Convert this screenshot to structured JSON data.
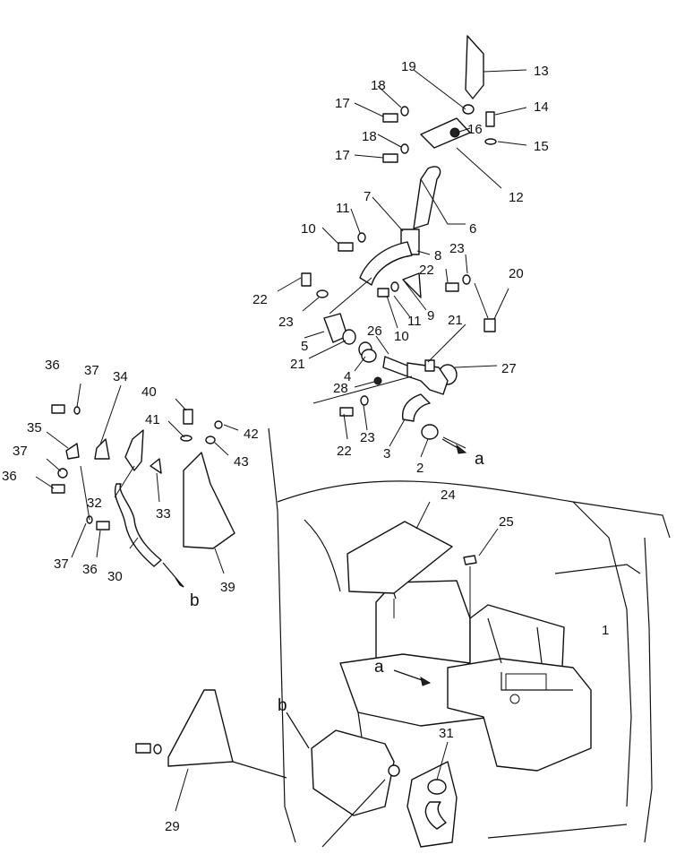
{
  "callouts": [
    "1",
    "2",
    "3",
    "4",
    "5",
    "6",
    "7",
    "8",
    "9",
    "10",
    "11",
    "12",
    "13",
    "14",
    "15",
    "16",
    "17",
    "18",
    "19",
    "20",
    "21",
    "22",
    "23",
    "24",
    "25",
    "26",
    "27",
    "28",
    "29",
    "30",
    "31",
    "32",
    "33",
    "34",
    "35",
    "36",
    "37",
    "39",
    "40",
    "41",
    "42",
    "43",
    "a",
    "b"
  ]
}
